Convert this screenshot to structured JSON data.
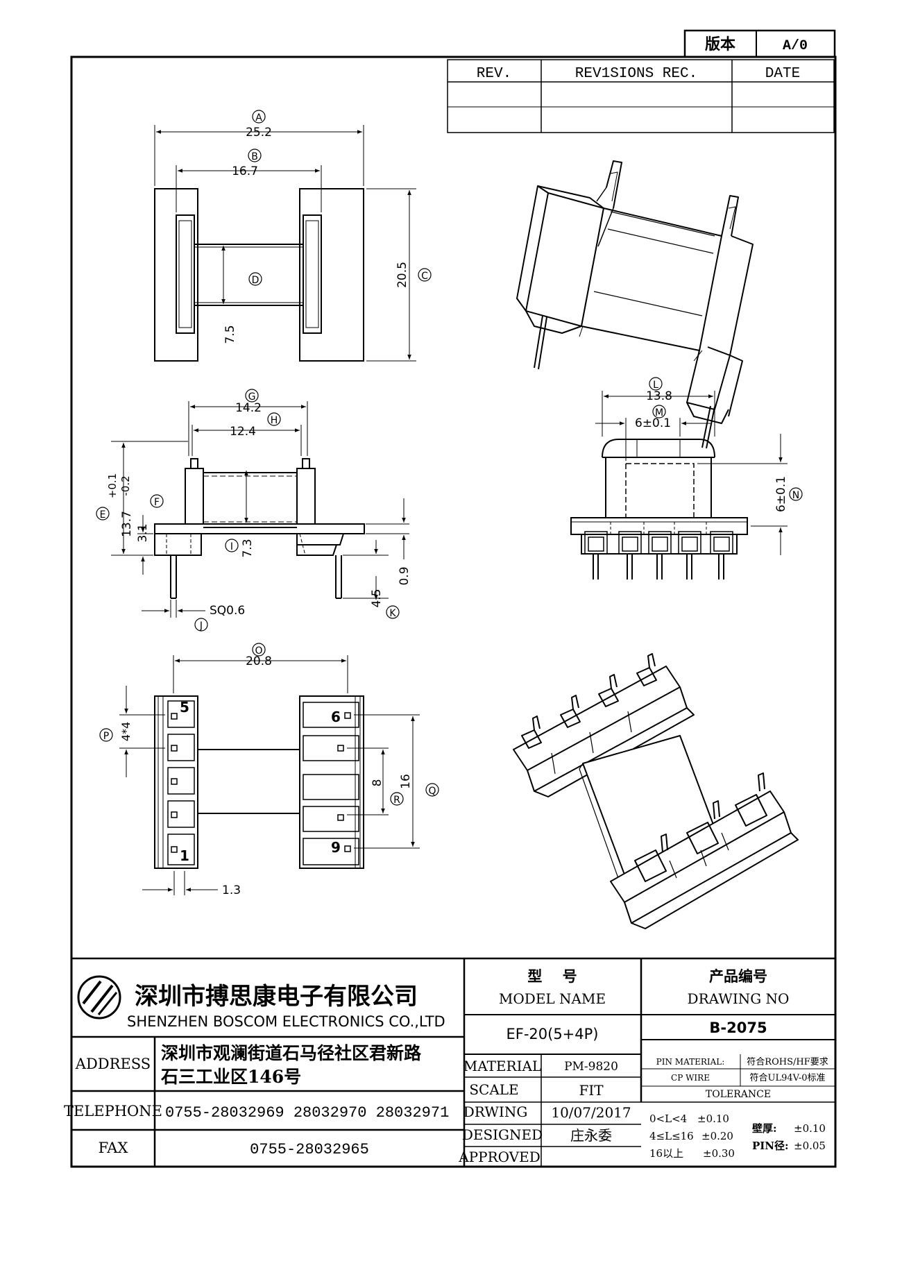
{
  "version_box": {
    "label": "版本",
    "value": "A/0"
  },
  "revision_table": {
    "headers": [
      "REV.",
      "REV1SIONS REC.",
      "DATE"
    ]
  },
  "balloons": {
    "A": "A",
    "B": "B",
    "C": "C",
    "D": "D",
    "E": "E",
    "F": "F",
    "G": "G",
    "H": "H",
    "I": "I",
    "J": "J",
    "K": "K",
    "L": "L",
    "M": "M",
    "N": "N",
    "O": "O",
    "P": "P",
    "Q": "Q",
    "R": "R"
  },
  "dimensions": {
    "A": "25.2",
    "B": "16.7",
    "C": "20.5",
    "D": "7.5",
    "E": "13.7",
    "E_tol_upper": "+0.1",
    "E_tol_lower": "-0.2",
    "F": "3.1",
    "G": "14.2",
    "H": "12.4",
    "I": "7.3",
    "J": "SQ0.6",
    "K": "4.5",
    "K_extra": "0.9",
    "L": "13.8",
    "M": "6±0.1",
    "N": "6±0.1",
    "O": "20.8",
    "P": "4*4",
    "Q": "16",
    "R": "8",
    "pitch": "1.3"
  },
  "pin_numbers": {
    "p5": "5",
    "p6": "6",
    "p1": "1",
    "p9": "9"
  },
  "company": {
    "name_cn": "深圳市搏思康电子有限公司",
    "name_en": "SHENZHEN BOSCOM ELECTRONICS CO.,LTD"
  },
  "address": {
    "label": "ADDRESS",
    "line1": "深圳市观澜街道石马径社区君新路",
    "line2": "石三工业区146号"
  },
  "telephone": {
    "label": "TELEPHONE",
    "value": "0755-28032969 28032970 28032971"
  },
  "fax": {
    "label": "FAX",
    "value": "0755-28032965"
  },
  "model": {
    "label_cn": "型    号",
    "label_en": "MODEL NAME",
    "value": "EF-20(5+4P)"
  },
  "drawing_no": {
    "label_cn": "产品编号",
    "label_en": "DRAWING NO",
    "value": "B-2075"
  },
  "material": {
    "label": "MATERIAL",
    "value": "PM-9820"
  },
  "scale": {
    "label": "SCALE",
    "value": "FIT"
  },
  "drwing": {
    "label": "DRWING",
    "value": "10/07/2017"
  },
  "designed": {
    "label": "DESIGNED",
    "value": "庄永委"
  },
  "approved": {
    "label": "APPROVED",
    "value": ""
  },
  "pin_material": {
    "label": "PIN MATERIAL:",
    "value": "符合ROHS/HF要求"
  },
  "cp_wire": {
    "label": "CP WIRE",
    "value": "符合UL94V-0标准"
  },
  "tolerance": {
    "title": "TOLERANCE",
    "r1_range": "0<L<4",
    "r1_tol": "±0.10",
    "r2_range": "4≤L≤16",
    "r2_tol": "±0.20",
    "r3_range": "16以上",
    "r3_tol": "±0.30",
    "wall_label": "壁厚:",
    "wall_tol": "±0.10",
    "pin_label": "PIN径:",
    "pin_tol": "±0.05"
  }
}
